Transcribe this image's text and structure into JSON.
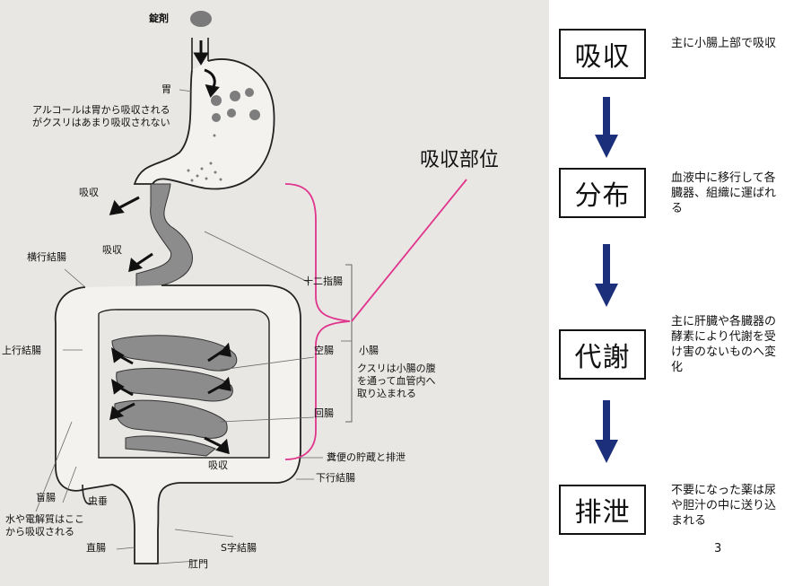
{
  "colors": {
    "panel_bg": "#e9e7e4",
    "tube_fill": "#8c8c8c",
    "magenta": "#e0358c",
    "flow_arrow": "#1c2f7a"
  },
  "diagram": {
    "labels": {
      "tablet": "錠剤",
      "stomach": "胃",
      "alcohol_note": "アルコールは胃から吸収される\nがクスリはあまり吸収されない",
      "absorb_1": "吸収",
      "absorb_2": "吸収",
      "absorb_3": "吸収",
      "transverse_colon": "横行結腸",
      "ascending_colon": "上行結腸",
      "duodenum": "十二指腸",
      "jejunum": "空腸",
      "small_intestine": "小腸",
      "small_intestine_note": "クスリは小腸の腹\nを通って血管内へ\n取り込まれる",
      "ileum": "回腸",
      "feces_storage": "糞便の貯蔵と排泄",
      "descending_colon": "下行結腸",
      "cecum": "盲腸",
      "appendix": "虫垂",
      "water_note": "水や電解質はここ\nから吸収される",
      "rectum": "直腸",
      "sigmoid_colon": "S字結腸",
      "anus": "肛門"
    },
    "absorption_site": "吸収部位"
  },
  "steps": [
    {
      "title": "吸収",
      "desc": "主に小腸上部で吸収"
    },
    {
      "title": "分布",
      "desc": "血液中に移行して各臓器、組織に運ばれる"
    },
    {
      "title": "代謝",
      "desc": "主に肝臓や各臓器の酵素により代謝を受け害のないものへ変化"
    },
    {
      "title": "排泄",
      "desc": "不要になった薬は尿や胆汁の中に送り込まれる"
    }
  ],
  "page_number": "3"
}
